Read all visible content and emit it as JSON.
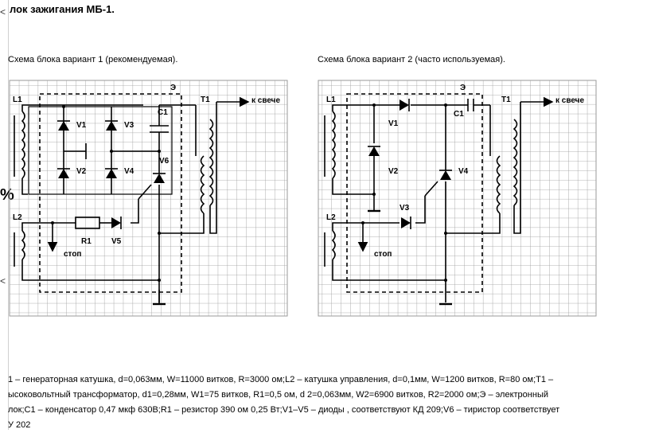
{
  "title": "лок зажигания МБ-1.",
  "left_marks": [
    "<",
    "%",
    "<"
  ],
  "scheme1": {
    "caption": "Схема блока вариант 1 (рекомендуемая).",
    "labels": {
      "L1": "L1",
      "L2": "L2",
      "E": "Э",
      "T1": "T1",
      "to_plug": "к свече",
      "C1": "C1",
      "V1": "V1",
      "V2": "V2",
      "V3": "V3",
      "V4": "V4",
      "V5": "V5",
      "V6": "V6",
      "R1": "R1",
      "stop": "стоп"
    }
  },
  "scheme2": {
    "caption": "Схема блока вариант 2 (часто используемая).",
    "labels": {
      "L1": "L1",
      "L2": "L2",
      "E": "Э",
      "T1": "T1",
      "to_plug": "к свече",
      "C1": "C1",
      "V1": "V1",
      "V2": "V2",
      "V3": "V3",
      "V4": "V4",
      "stop": "стоп"
    }
  },
  "description": [
    "1 – генераторная катушка, d=0,063мм, W=11000 витков, R=3000 ом;L2 – катушка управления, d=0,1мм, W=1200 витков, R=80 ом;T1 –",
    "ысоковольтный трансформатор, d1=0,28мм, W1=75 витков, R1=0,5 ом, d 2=0,063мм, W2=6900 витков, R2=2000 ом;Э – электронный",
    "лок;C1 – конденсатор 0,47 мкф 630В;R1 – резистор 390 ом 0,25 Вт;V1–V5 – диоды , соответствуют КД 209;V6 – тиристор соответствует",
    "У 202"
  ]
}
